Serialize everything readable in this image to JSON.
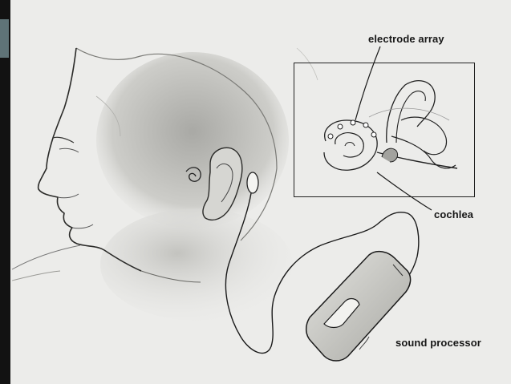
{
  "labels": {
    "electrode_array": "electrode array",
    "cochlea": "cochlea",
    "sound_processor": "sound processor"
  },
  "colors": {
    "background": "#ececea",
    "ink": "#161616",
    "left_strip": "#121212",
    "corner_chip": "#5f7377",
    "shade": "#b9b9b5"
  }
}
